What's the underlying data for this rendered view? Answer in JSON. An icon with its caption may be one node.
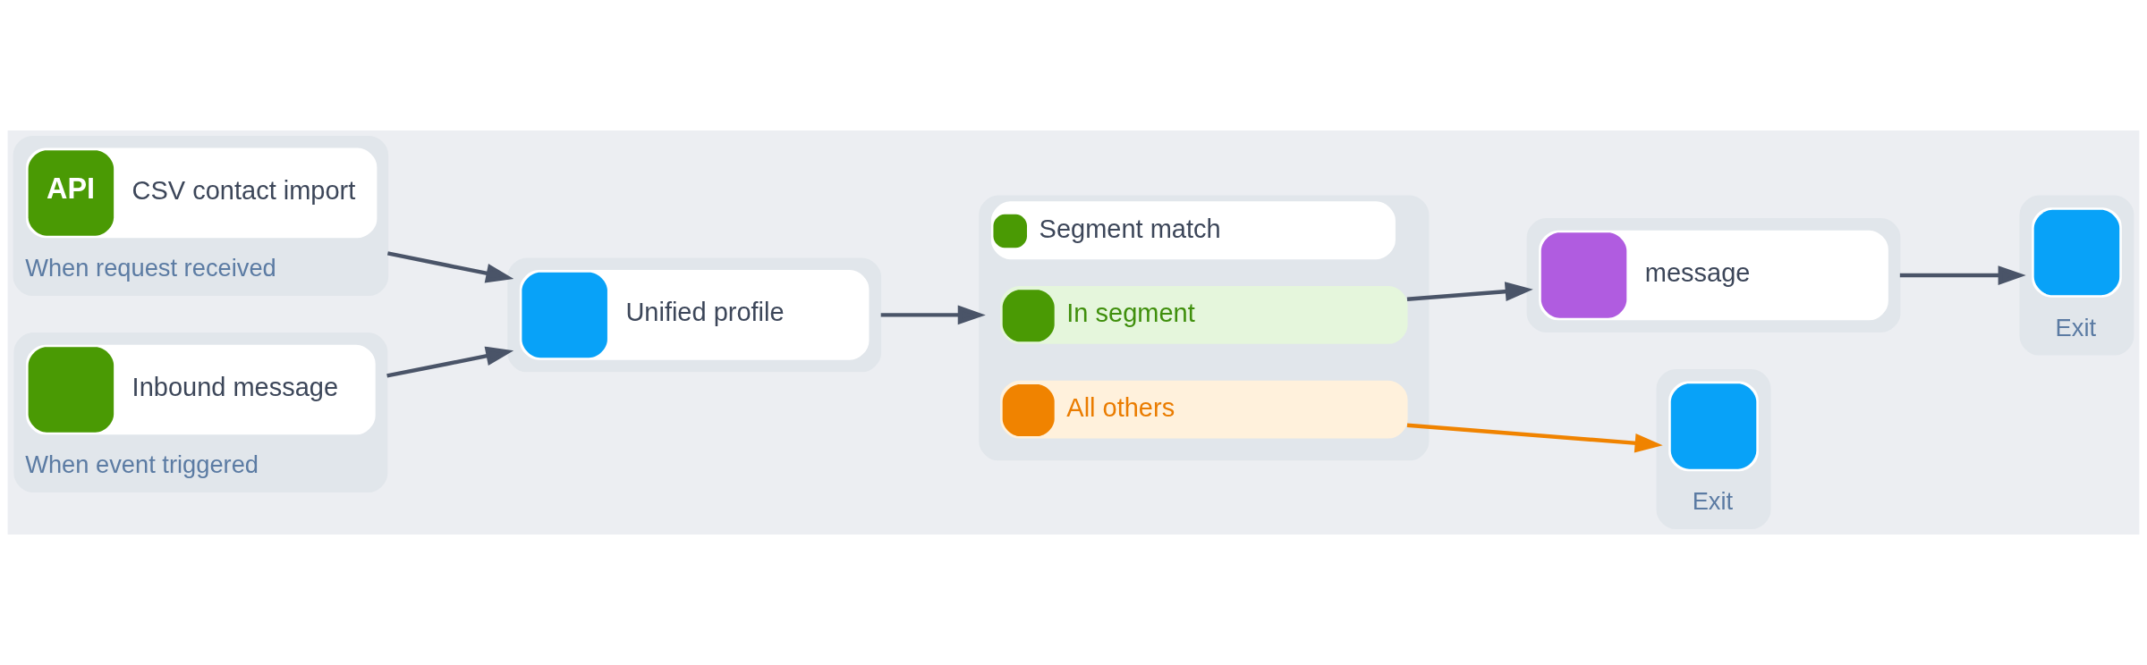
{
  "diagram": {
    "nodes": [
      {
        "text": [
          "API",
          "CSV contact import",
          "When request received"
        ]
      },
      {
        "text": [
          "Inbound message",
          "When event triggered"
        ]
      },
      {
        "text": [
          "Unified profile"
        ]
      },
      {
        "text": [
          "Segment match"
        ]
      },
      {
        "text": [
          "In segment"
        ],
        "in": 3
      },
      {
        "text": [
          "All others"
        ],
        "in": 3
      },
      {
        "text": [
          "message"
        ]
      },
      {
        "text": [
          "Exit"
        ]
      },
      {
        "text": [
          "Exit"
        ]
      }
    ],
    "edges": [
      {
        "from": 0,
        "to": 2,
        "arrow": "to"
      },
      {
        "from": 1,
        "to": 2,
        "arrow": "to"
      },
      {
        "from": 2,
        "to": 3,
        "arrow": "to"
      },
      {
        "from": 4,
        "to": 6,
        "arrow": "to"
      },
      {
        "from": 6,
        "to": 7,
        "arrow": "to"
      },
      {
        "from": 5,
        "to": 8,
        "arrow": "to",
        "color": "#f08300"
      }
    ]
  }
}
